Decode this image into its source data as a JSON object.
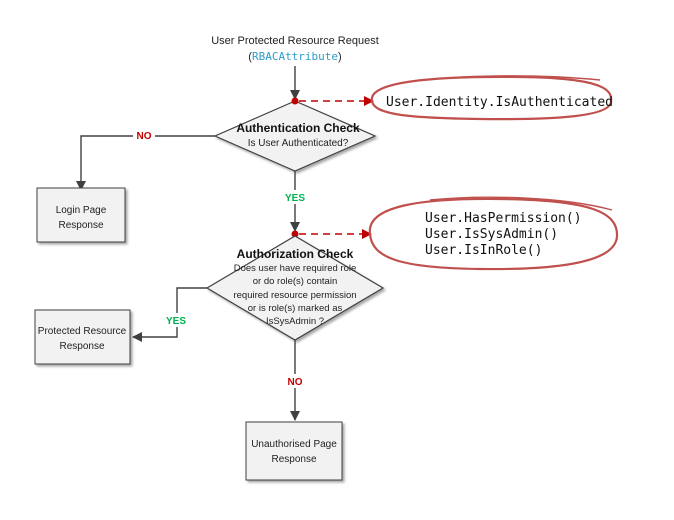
{
  "title": {
    "line1": "User Protected Resource Request",
    "paren_open": "(",
    "attribute": "RBACAttribute",
    "paren_close": ")"
  },
  "decisions": {
    "authentication": {
      "heading": "Authentication Check",
      "text": "Is User Authenticated?"
    },
    "authorization": {
      "heading": "Authorization Check",
      "lines": [
        "Does user have required role",
        "or do role(s) contain",
        "required resource permission",
        "or is role(s) marked as",
        "IsSysAdmin ?"
      ]
    }
  },
  "edge_labels": {
    "auth_no": "NO",
    "auth_yes": "YES",
    "authz_yes": "YES",
    "authz_no": "NO"
  },
  "boxes": {
    "login": [
      "Login Page",
      "Response"
    ],
    "protected": [
      "Protected Resource",
      "Response"
    ],
    "unauthorised": [
      "Unauthorised Page",
      "Response"
    ]
  },
  "callouts": {
    "authentication": [
      "User.Identity.IsAuthenticated"
    ],
    "authorization": [
      "User.HasPermission()",
      "User.IsSysAdmin()",
      "User.IsInRole()"
    ]
  },
  "colors": {
    "line": "#404040",
    "red": "#c00000",
    "green": "#00b050",
    "blue_attr": "#2e9cc8",
    "box_fill": "#f2f2f2",
    "ellipse": "#c0504d"
  }
}
